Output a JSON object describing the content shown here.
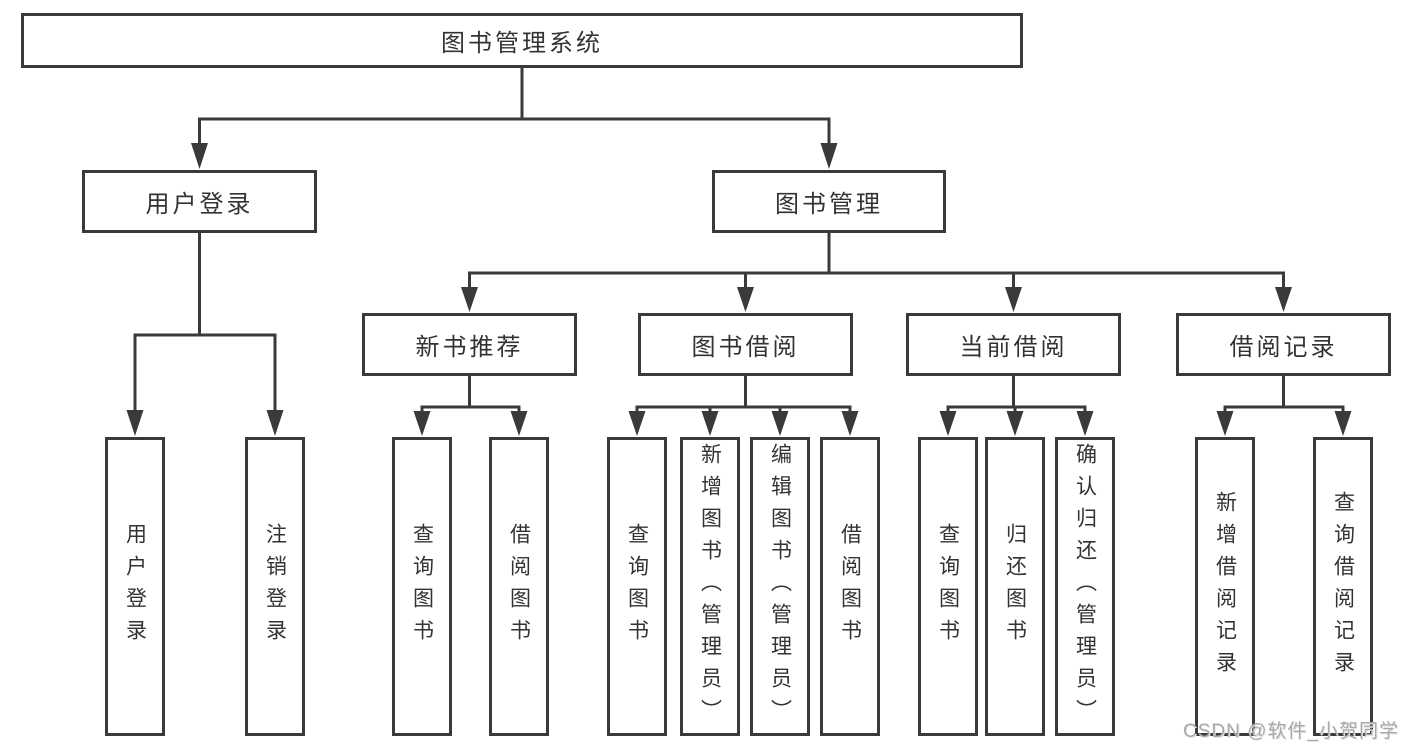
{
  "colors": {
    "line": "#3a3a3a",
    "text": "#333333",
    "background": "#ffffff",
    "watermark": "#a9a9a9"
  },
  "watermark": {
    "text": "CSDN @软件_小贺同学"
  },
  "tree": {
    "label": "图书管理系统",
    "children": [
      {
        "label": "用户登录",
        "children": [
          {
            "label": "用户登录"
          },
          {
            "label": "注销登录"
          }
        ]
      },
      {
        "label": "图书管理",
        "children": [
          {
            "label": "新书推荐",
            "children": [
              {
                "label": "查询图书"
              },
              {
                "label": "借阅图书"
              }
            ]
          },
          {
            "label": "图书借阅",
            "children": [
              {
                "label": "查询图书"
              },
              {
                "label": "新增图书（管理员）"
              },
              {
                "label": "编辑图书（管理员）"
              },
              {
                "label": "借阅图书"
              }
            ]
          },
          {
            "label": "当前借阅",
            "children": [
              {
                "label": "查询图书"
              },
              {
                "label": "归还图书"
              },
              {
                "label": "确认归还（管理员）"
              }
            ]
          },
          {
            "label": "借阅记录",
            "children": [
              {
                "label": "新增借阅记录"
              },
              {
                "label": "查询借阅记录"
              }
            ]
          }
        ]
      }
    ]
  }
}
